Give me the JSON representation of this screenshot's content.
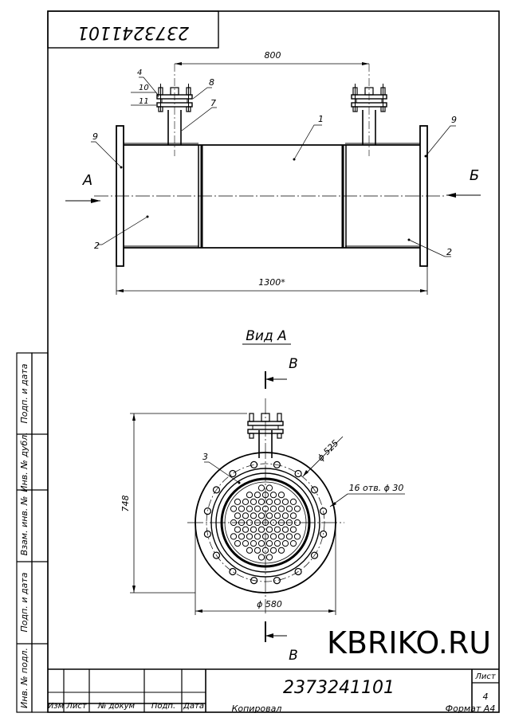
{
  "drawing": {
    "code_top": "2373241101",
    "code_main": "2373241101",
    "watermark": "KBRIKO.RU",
    "copied": "Копировал",
    "format": "Формат А4",
    "sheet_label": "Лист",
    "sheet_no": "4"
  },
  "title_block": {
    "headers": [
      "Изм",
      "Лист",
      "№ докум",
      "Подп.",
      "Дата"
    ]
  },
  "side_strip": {
    "labels": [
      "Подп. и дата",
      "Инв. № дубл.",
      "Взам. инв. №",
      "Подп. и дата",
      "Инв. № подл."
    ]
  },
  "front_view": {
    "dim_top": "800",
    "dim_length": "1300*",
    "arrow_left": "А",
    "arrow_right": "Б",
    "callouts": [
      "1",
      "2",
      "2",
      "4",
      "7",
      "8",
      "9",
      "9"
    ],
    "boxed_callouts": [
      "10",
      "11"
    ]
  },
  "view_a": {
    "title": "Вид А",
    "section": "В",
    "dim_height": "748",
    "dim_diameter_outer": "ϕ 580",
    "dim_diameter_bolt": "ϕ 525",
    "holes": "16 отв. ϕ 30",
    "callout": "3"
  }
}
